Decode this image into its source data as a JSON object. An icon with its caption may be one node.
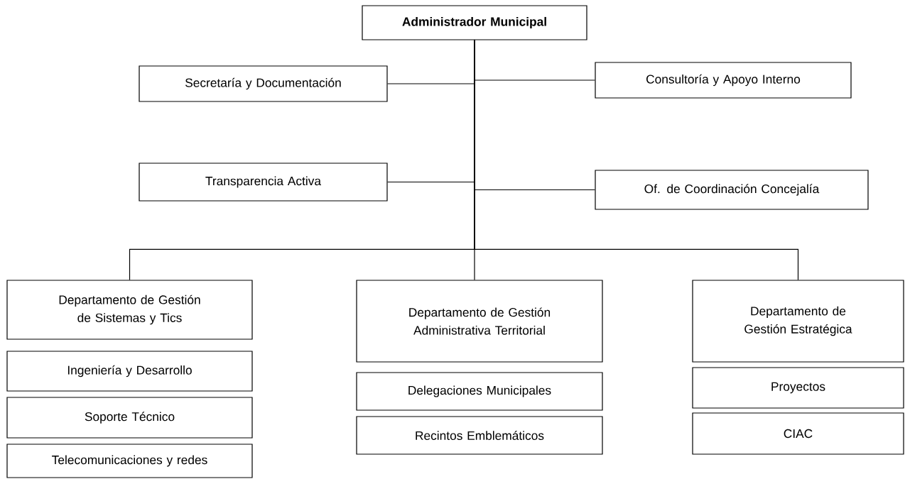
{
  "diagram": {
    "nodes": [
      {
        "text": [
          "Administrador Municipal"
        ]
      },
      {
        "text": [
          "Secretaría y Documentación"
        ]
      },
      {
        "text": [
          "Consultoría y Apoyo Interno"
        ]
      },
      {
        "text": [
          "Transparencia Activa"
        ]
      },
      {
        "text": [
          "Of. de Coordinación Concejalía"
        ]
      },
      {
        "text": [
          "Departamento de Gestión de Sistemas y Tics"
        ]
      },
      {
        "text": [
          "Ingeniería y Desarrollo"
        ]
      },
      {
        "text": [
          "Soporte Técnico"
        ]
      },
      {
        "text": [
          "Telecomunicaciones y redes"
        ]
      },
      {
        "text": [
          "Departamento de Gestión Administrativa Territorial"
        ]
      },
      {
        "text": [
          "Delegaciones Municipales"
        ]
      },
      {
        "text": [
          "Recintos Emblemáticos"
        ]
      },
      {
        "text": [
          "Departamento de Gestión Estratégica"
        ]
      },
      {
        "text": [
          "Proyectos"
        ]
      },
      {
        "text": [
          "CIAC"
        ]
      }
    ],
    "edges": [
      {
        "from": 0,
        "to": 1,
        "arrow": "none"
      },
      {
        "from": 0,
        "to": 2,
        "arrow": "none"
      },
      {
        "from": 0,
        "to": 3,
        "arrow": "none"
      },
      {
        "from": 0,
        "to": 4,
        "arrow": "none"
      },
      {
        "from": 0,
        "to": 5,
        "arrow": "none"
      },
      {
        "from": 0,
        "to": 9,
        "arrow": "none"
      },
      {
        "from": 0,
        "to": 12,
        "arrow": "none"
      }
    ]
  }
}
